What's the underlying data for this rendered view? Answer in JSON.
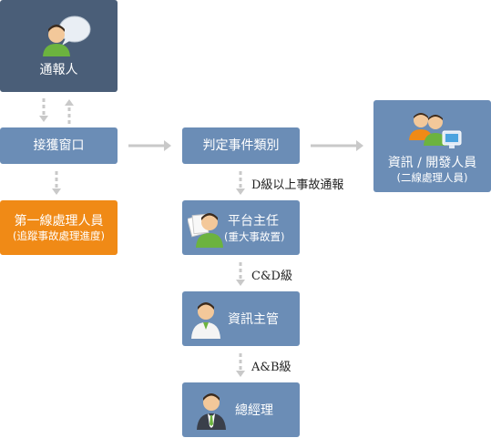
{
  "nodes": {
    "reporter": {
      "label": "通報人",
      "icon": "person-speech-bubble-icon"
    },
    "reception": {
      "label": "接獲窗口"
    },
    "first_line": {
      "label": "第一線處理人員",
      "sub": "(追蹤事故處理進度)"
    },
    "judge": {
      "label": "判定事件類別"
    },
    "it_dev": {
      "label": "資訊 / 開發人員",
      "sub": "(二線處理人員)",
      "icon": "people-group-monitor-icon"
    },
    "platform": {
      "label": "平台主任",
      "sub": "(重大事故置)",
      "icon": "person-documents-icon"
    },
    "it_supervisor": {
      "label": "資訊主管",
      "icon": "person-shirt-icon"
    },
    "gm": {
      "label": "總經理",
      "icon": "person-suit-icon"
    }
  },
  "edge_labels": {
    "judge_to_platform": "D級以上事故通報",
    "platform_to_it": "C&D級",
    "it_to_gm": "A&B級"
  },
  "colors": {
    "box_blue": "#6b8db6",
    "box_dark": "#4a5e78",
    "box_orange": "#f08a16",
    "arrow": "#c9c9c9"
  }
}
